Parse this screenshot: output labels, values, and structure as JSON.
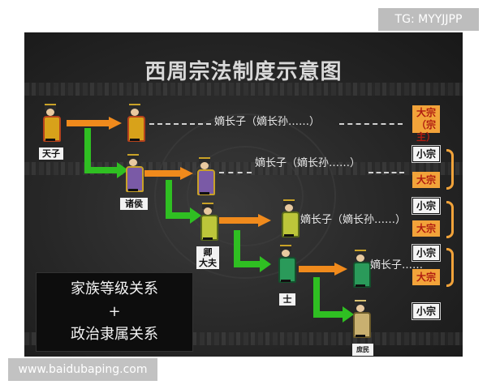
{
  "title": "西周宗法制度示意图",
  "ranks": {
    "tianzi": "天子",
    "zhuhou": "诸侯",
    "qingdafu_1": "卿",
    "qingdafu_2": "大夫",
    "shi": "士",
    "shumin": "庶民"
  },
  "succession_lines": [
    "嫡长子（嫡长孙……）",
    "嫡长子（嫡长孙……）",
    "嫡长子（嫡长孙……）",
    "嫡长子……"
  ],
  "clan_boxes": {
    "dazong_top": "大宗",
    "dazong_top_sub": "（宗主）",
    "xiaozong": "小宗",
    "dazong": "大宗"
  },
  "summary": {
    "line1": "家族等级关系",
    "line2": "+",
    "line3": "政治隶属关系"
  },
  "watermarks": {
    "top": "TG: MYYJJPP",
    "bottom": "www.baidubaping.com"
  },
  "colors": {
    "inherit_arrow": "#f08a1c",
    "branch_arrow": "#2fbf22",
    "dazong_fill": "#f2a33a",
    "dazong_text": "#b01c10"
  }
}
